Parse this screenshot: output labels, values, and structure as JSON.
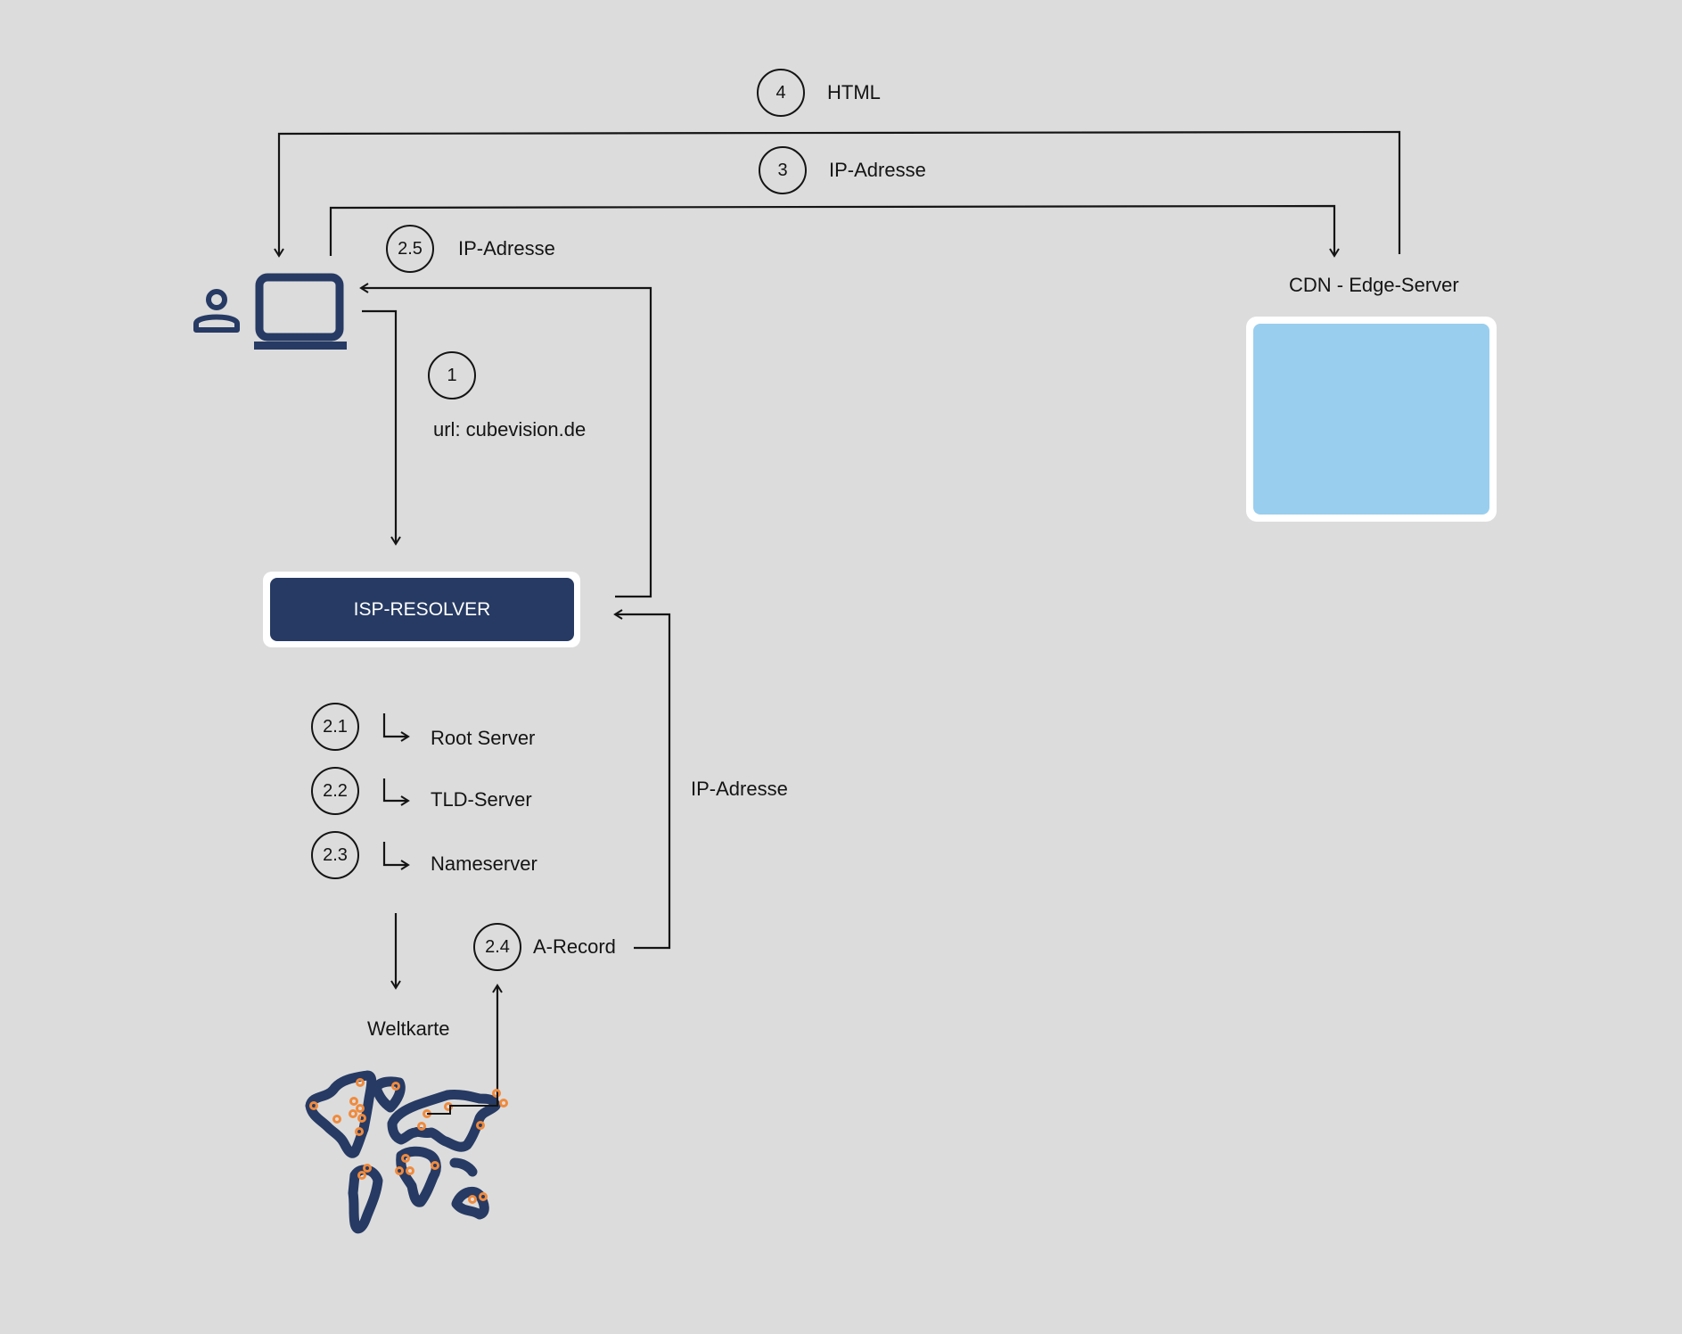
{
  "colors": {
    "background": "#dcdcdc",
    "navy": "#263a63",
    "cdn_fill": "#99ceee",
    "map_marker": "#f08a3c",
    "line": "#141414"
  },
  "steps": {
    "s4": {
      "number": "4",
      "label": "HTML"
    },
    "s3": {
      "number": "3",
      "label": "IP-Adresse"
    },
    "s25": {
      "number": "2.5",
      "label": "IP-Adresse"
    },
    "s1": {
      "number": "1",
      "label": "url: cubevision.de"
    },
    "s21": {
      "number": "2.1",
      "label": "Root Server"
    },
    "s22": {
      "number": "2.2",
      "label": "TLD-Server"
    },
    "s23": {
      "number": "2.3",
      "label": "Nameserver"
    },
    "s24": {
      "number": "2.4",
      "label": "A-Record"
    }
  },
  "nodes": {
    "cdn": {
      "label": "CDN - Edge-Server"
    },
    "isp": {
      "label": "ISP-RESOLVER"
    },
    "map": {
      "label": "Weltkarte"
    },
    "client": {
      "icons": [
        "person-icon",
        "laptop-icon"
      ]
    }
  },
  "edges": {
    "return_ip": {
      "label": "IP-Adresse"
    }
  }
}
